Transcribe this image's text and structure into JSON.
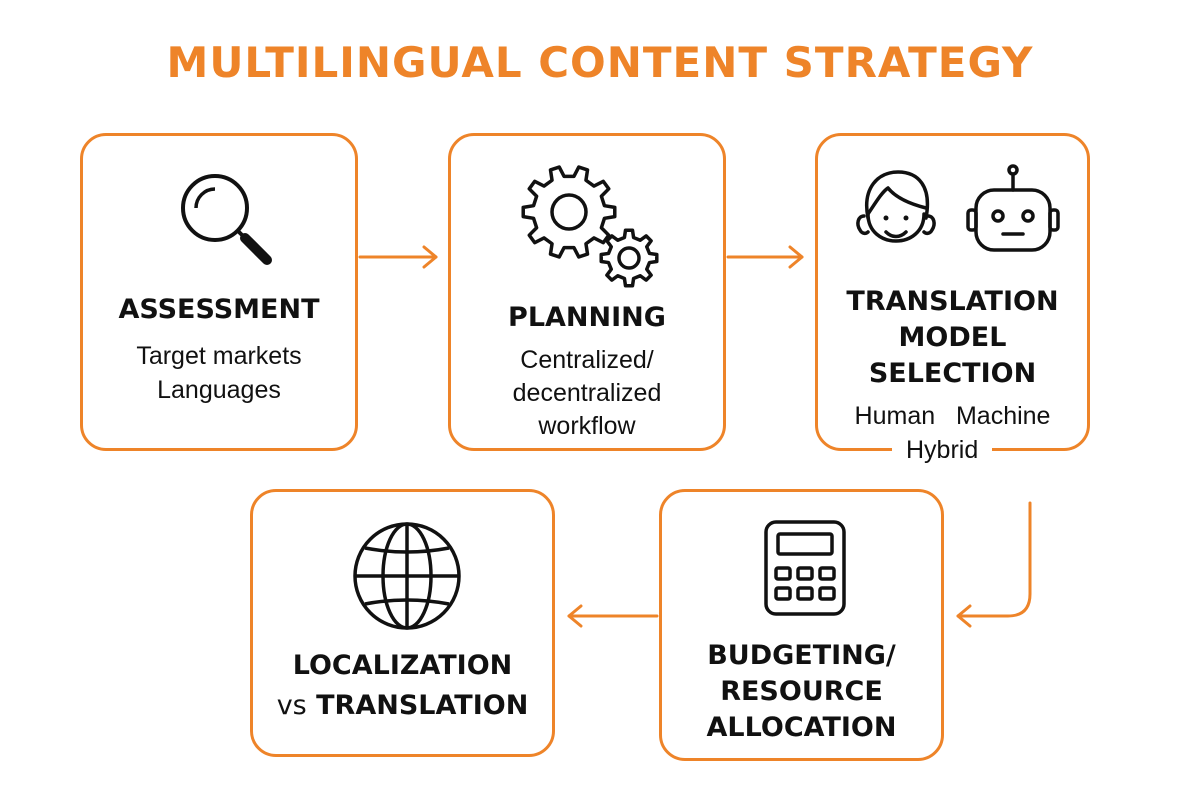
{
  "title": "MULTILINGUAL CONTENT STRATEGY",
  "accent_color": "#ee8429",
  "steps": [
    {
      "icon": "magnifying-glass-icon",
      "heading": "ASSESSMENT",
      "lines": [
        "Target markets",
        "Languages"
      ]
    },
    {
      "icon": "gears-icon",
      "heading": "PLANNING",
      "lines": [
        "Centralized/",
        "decentralized",
        "workflow"
      ]
    },
    {
      "icon": "human-and-robot-icon",
      "heading_lines": [
        "TRANSLATION",
        "MODEL",
        "SELECTION"
      ],
      "options": [
        "Human",
        "Machine",
        "Hybrid"
      ]
    },
    {
      "icon": "calculator-icon",
      "heading_lines": [
        "BUDGETING/",
        "RESOURCE",
        "ALLOCATION"
      ]
    },
    {
      "icon": "globe-icon",
      "heading_lines": [
        "LOCALIZATION",
        "TRANSLATION"
      ],
      "connector_word": "vs"
    }
  ]
}
